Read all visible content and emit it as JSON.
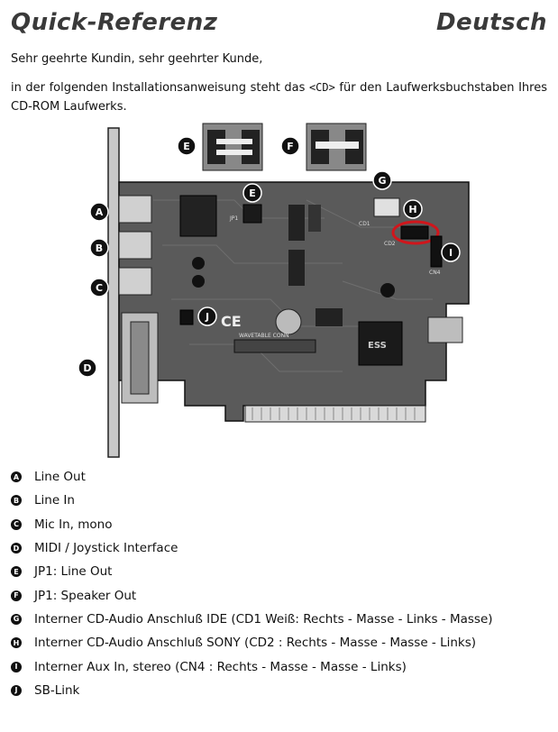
{
  "header": {
    "title_left": "Quick-Referenz",
    "title_right": "Deutsch"
  },
  "intro": {
    "greeting": "Sehr geehrte Kundin, sehr geehrter Kunde,",
    "text_before": "in der folgenden Installationsanweisung steht das ",
    "code": "<CD>",
    "text_after": " für den Laufwerksbuchstaben Ihres CD-ROM Laufwerks."
  },
  "figure": {
    "markers": {
      "A": "A",
      "B": "B",
      "C": "C",
      "D": "D",
      "E": "E",
      "F": "F",
      "G": "G",
      "H": "H",
      "I": "I",
      "J": "J"
    },
    "board_labels": {
      "jp1": "JP1",
      "cd1": "CD1",
      "cd2": "CD2",
      "cn4": "CN4",
      "wavetable": "WAVETABLE CONN",
      "ce": "CE",
      "ess": "ESS"
    },
    "highlight_color": "#d0161c"
  },
  "legend": [
    {
      "key": "A",
      "label": "Line Out"
    },
    {
      "key": "B",
      "label": "Line In"
    },
    {
      "key": "C",
      "label": "Mic In, mono"
    },
    {
      "key": "D",
      "label": "MIDI / Joystick Interface"
    },
    {
      "key": "E",
      "label": "JP1: Line Out"
    },
    {
      "key": "F",
      "label": "JP1: Speaker Out"
    },
    {
      "key": "G",
      "label": "Interner CD-Audio Anschluß IDE (CD1 Weiß: Rechts - Masse - Links - Masse)"
    },
    {
      "key": "H",
      "label": "Interner CD-Audio Anschluß SONY (CD2 : Rechts - Masse - Masse - Links)"
    },
    {
      "key": "I",
      "label": "Interner Aux In, stereo (CN4 : Rechts - Masse - Masse - Links)"
    },
    {
      "key": "J",
      "label": "SB-Link"
    }
  ]
}
